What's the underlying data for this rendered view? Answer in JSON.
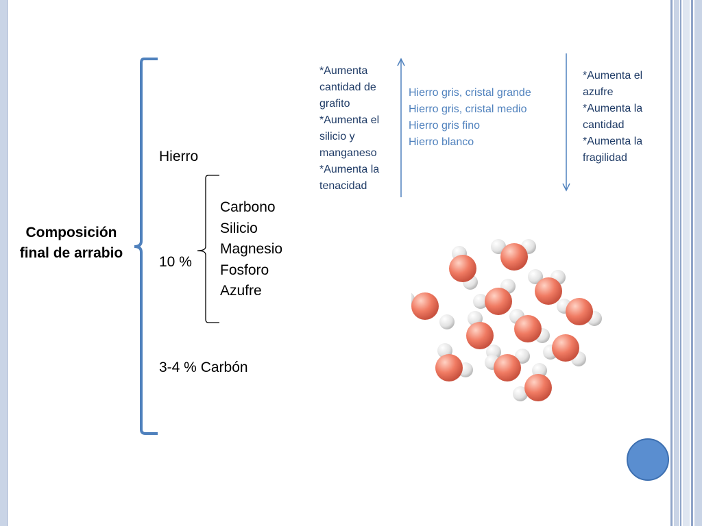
{
  "slide": {
    "main_label": [
      "Composición",
      "final de arrabio"
    ],
    "hierro": "Hierro",
    "ten_percent": "10 %",
    "elements": [
      "Carbono",
      "Silicio",
      "Magnesio",
      "Fosforo",
      "Azufre"
    ],
    "carbon": "3-4 % Carbón",
    "left_notes": [
      "*Aumenta",
      "cantidad de",
      "grafito",
      "*Aumenta el",
      "silicio y",
      "manganeso",
      "*Aumenta la",
      "tenacidad"
    ],
    "iron_types": [
      "Hierro gris, cristal grande",
      "Hierro gris, cristal medio",
      "Hierro gris fino",
      "Hierro blanco"
    ],
    "right_notes": [
      "*Aumenta el",
      "azufre",
      "*Aumenta la",
      "cantidad",
      "*Aumenta la",
      "fragilidad"
    ]
  },
  "colors": {
    "accent_blue": "#4f81bd",
    "dark_text": "#1f3b66",
    "sphere_salmon": "#f07b63",
    "frame_blue": "#c9d4e6"
  },
  "icons": {
    "decoration": "blue-circle-icon",
    "illustration": "molecules-icon"
  }
}
